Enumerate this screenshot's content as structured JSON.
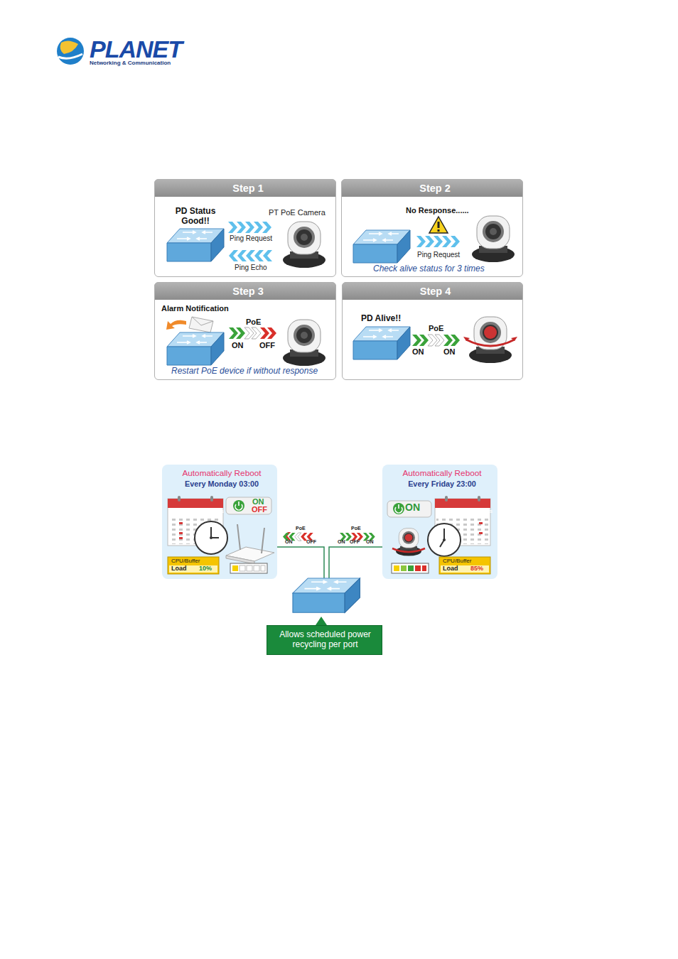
{
  "diagram": {
    "nodes": [
      {
        "text": [
          "Step 1",
          "PD Status Good!!",
          "PT PoE Camera",
          "Ping Request",
          "Ping Echo"
        ]
      },
      {
        "text": [
          "Step 2",
          "No Response......",
          "Ping Request",
          "Check alive status for 3 times"
        ]
      },
      {
        "text": [
          "Step 3",
          "Alarm Notification",
          "PoE",
          "ON",
          "OFF",
          "Restart PoE device if without response"
        ]
      },
      {
        "text": [
          "Step 4",
          "PD Alive!!",
          "PoE",
          "ON",
          "ON"
        ]
      },
      {
        "text": [
          "Automatically Reboot",
          "Every Monday 03:00",
          "S M T W T F S",
          "ON",
          "OFF",
          "CPU/Buffer",
          "Load",
          "10%"
        ]
      },
      {
        "text": [
          "Automatically Reboot",
          "Every Friday 23:00",
          "ON",
          "S M T W T F S",
          "CPU/Buffer",
          "Load",
          "85%"
        ]
      },
      {
        "text": [
          "Allows scheduled power recycling per port"
        ]
      }
    ],
    "labels": [
      "PLANET",
      "Networking & Communication",
      "PoE",
      "ON",
      "OFF",
      "PoE",
      "ON",
      "OFF",
      "ON"
    ]
  }
}
